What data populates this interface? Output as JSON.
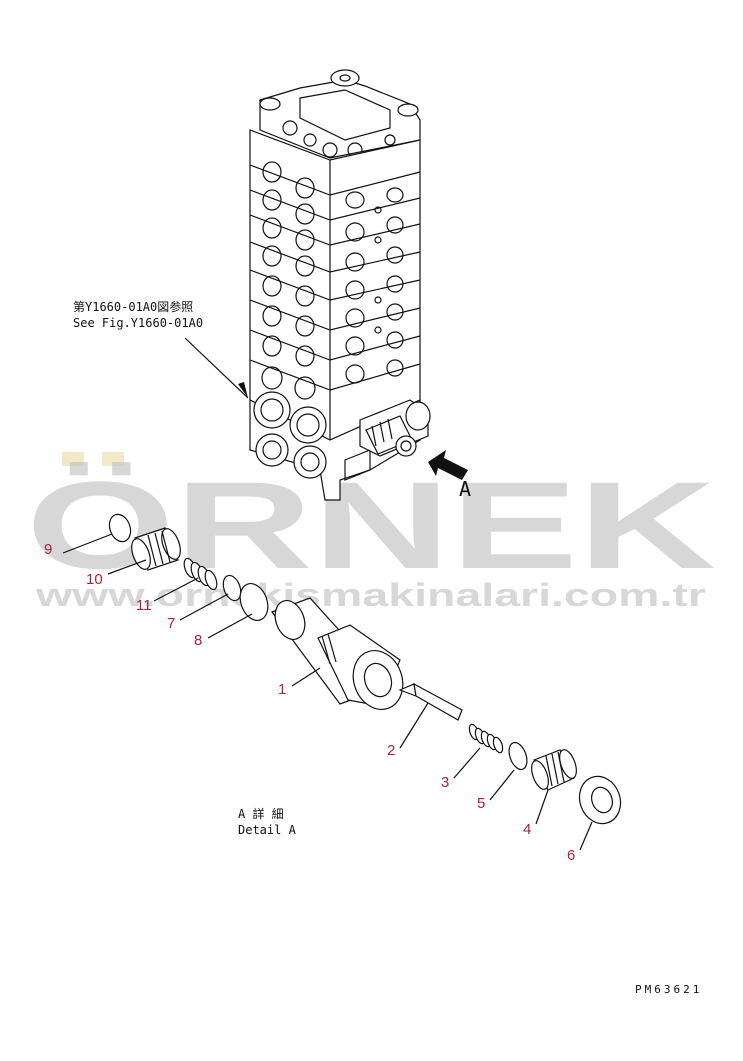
{
  "reference_note": {
    "line1": "第Y1660-01A0図参照",
    "line2": "See Fig.Y1660-01A0"
  },
  "view_arrow_label": "A",
  "detail_caption": {
    "line1": "A 詳 細",
    "line2": "Detail A"
  },
  "part_labels": [
    "9",
    "10",
    "11",
    "7",
    "8",
    "1",
    "2",
    "3",
    "5",
    "4",
    "6"
  ],
  "figure_code": "PM63621",
  "watermark": {
    "word": "ÖRNEK",
    "url": "www.ornekismakinalari.com.tr"
  },
  "colors": {
    "callout": "#b0213a",
    "watermark": "#bdbdbd",
    "watermark_accent": "#f3e9c8"
  }
}
